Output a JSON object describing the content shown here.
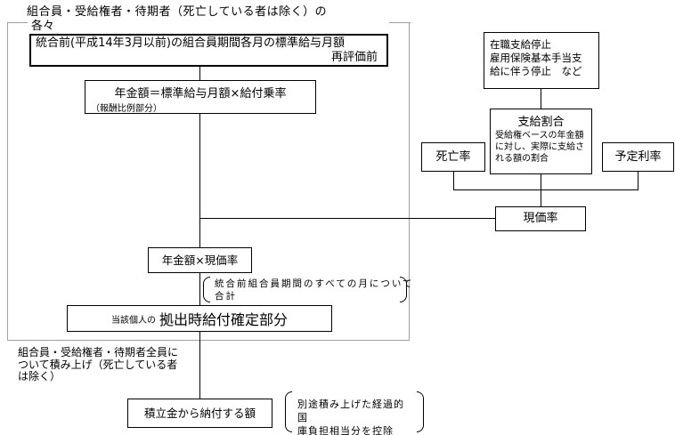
{
  "header": {
    "line1": "組合員・受給権者・待期者（死亡している者は除く）の",
    "line2": "各々"
  },
  "boxes": {
    "hyojun": {
      "line1": "統合前(平成14年3月以前)の組合員期間各月の標準給与月額",
      "line2": "再評価前"
    },
    "nenkin": {
      "formula": "年金額＝標準給与月額×給付乗率",
      "note": "（報酬比例部分）"
    },
    "zaishoku": {
      "lines": [
        "在職支給停止",
        "雇用保険基本手当支",
        "給に伴う停止　など"
      ]
    },
    "shikyu": {
      "title": "支給割合",
      "desc": "受給権ベースの年金額に対し、実際に支給される額の割合"
    },
    "shibo": {
      "label": "死亡率"
    },
    "yotei": {
      "label": "予定利率"
    },
    "genka": {
      "label": "現価率"
    },
    "nenkin_genka": {
      "label": "年金額×現価率"
    },
    "kyoshutsu": {
      "prefix": "当該個人の",
      "label": "拠出時給付確定部分"
    },
    "tsumitate": {
      "label": "積立金から納付する額"
    }
  },
  "annotations": {
    "goukei": {
      "line1": "統合前組合員期間のすべての月について",
      "line2": "合計"
    },
    "tsumiage": {
      "lines": [
        "組合員・受給権者・待期者全員に",
        "ついて積み上げ（死亡している者",
        "は除く）"
      ]
    },
    "kojo": {
      "lines": [
        "別途積み上げた経過的国",
        "庫負担相当分を控除"
      ]
    }
  },
  "colors": {
    "line": "#000000",
    "container_border": "#a0a0a0",
    "background": "#ffffff",
    "text": "#000000"
  }
}
